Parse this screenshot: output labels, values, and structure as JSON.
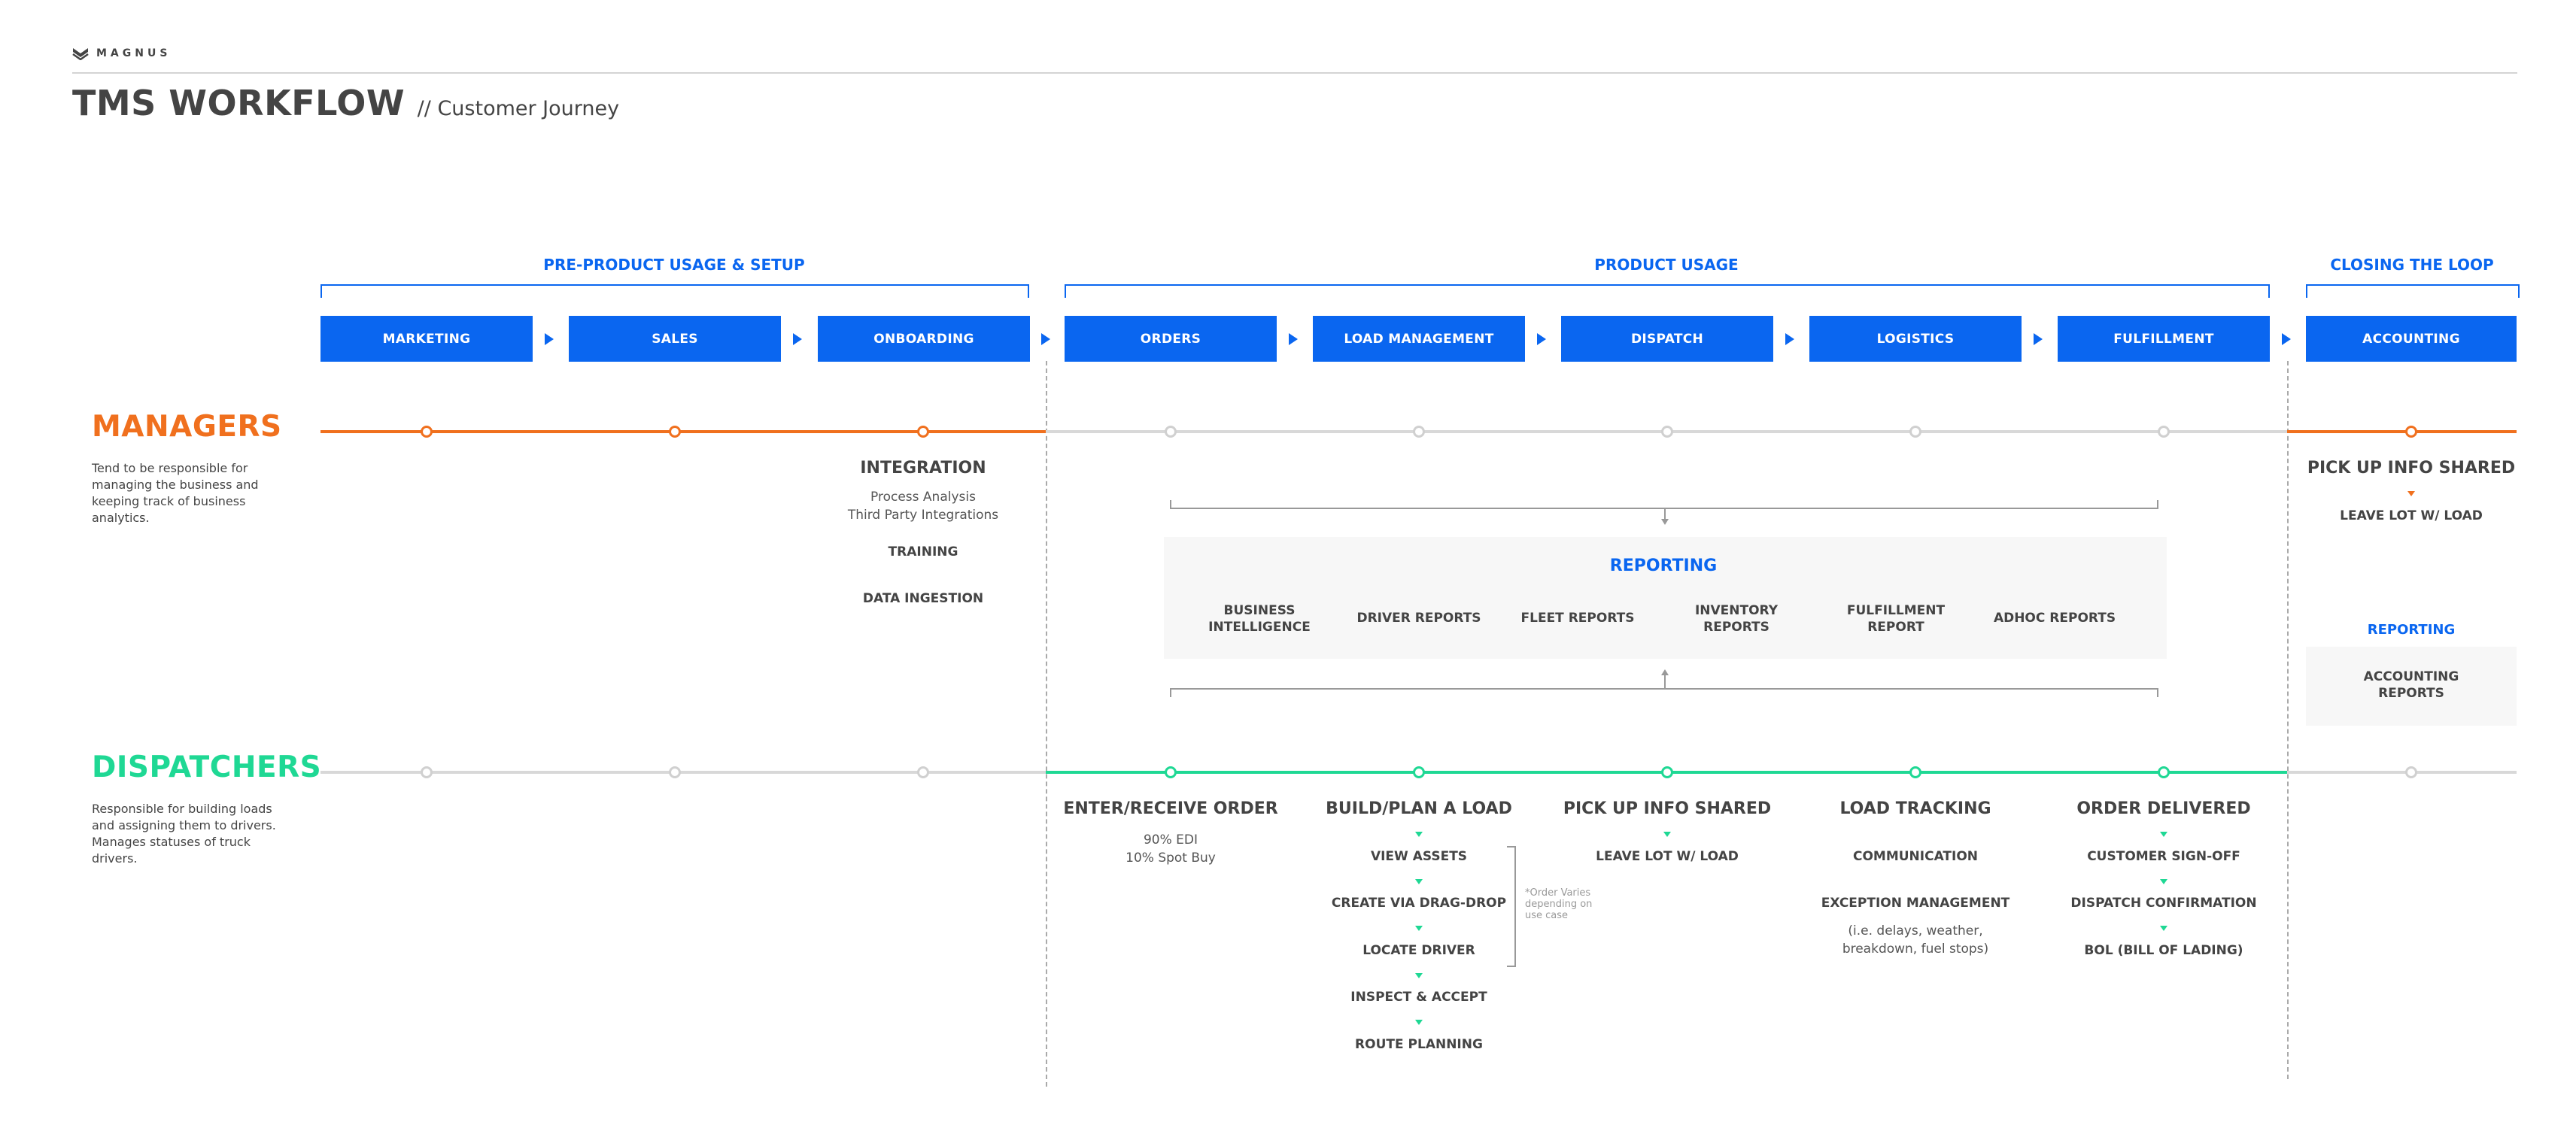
{
  "brand": {
    "name": "MAGNUS"
  },
  "header": {
    "title": "TMS WORKFLOW",
    "subtitle": "// Customer Journey"
  },
  "colors": {
    "accent": "#0a66f0",
    "managers": "#f0701e",
    "dispatchers": "#1fd894",
    "inactive": "#cccccc"
  },
  "phases": {
    "pre": "PRE-PRODUCT USAGE & SETUP",
    "product": "PRODUCT USAGE",
    "closing": "CLOSING THE LOOP"
  },
  "steps": [
    "MARKETING",
    "SALES",
    "ONBOARDING",
    "ORDERS",
    "LOAD MANAGEMENT",
    "DISPATCH",
    "LOGISTICS",
    "FULFILLMENT",
    "ACCOUNTING"
  ],
  "managers": {
    "title": "MANAGERS",
    "description": "Tend to be responsible for managing the business and keeping track of business analytics.",
    "integration": {
      "heading": "INTEGRATION",
      "sub1": "Process Analysis",
      "sub2": "Third Party Integrations",
      "training": "TRAINING",
      "data_ingestion": "DATA INGESTION"
    },
    "closing": {
      "heading": "PICK UP INFO SHARED",
      "sub": "LEAVE LOT W/ LOAD"
    }
  },
  "reporting": {
    "title": "REPORTING",
    "items": [
      "BUSINESS INTELLIGENCE",
      "DRIVER REPORTS",
      "FLEET REPORTS",
      "INVENTORY REPORTS",
      "FULFILLMENT REPORT",
      "ADHOC REPORTS"
    ],
    "closing_title": "REPORTING",
    "closing_item": "ACCOUNTING REPORTS"
  },
  "dispatchers": {
    "title": "DISPATCHERS",
    "description": "Responsible for building loads and assigning them to drivers. Manages statuses of truck drivers.",
    "columns": {
      "orders": {
        "heading": "ENTER/RECEIVE ORDER",
        "sub1": "90% EDI",
        "sub2": "10% Spot Buy"
      },
      "build": {
        "heading": "BUILD/PLAN A LOAD",
        "items": [
          "VIEW ASSETS",
          "CREATE VIA DRAG-DROP",
          "LOCATE DRIVER",
          "INSPECT & ACCEPT",
          "ROUTE PLANNING"
        ],
        "note": "*Order Varies depending on use case"
      },
      "pickup": {
        "heading": "PICK UP INFO SHARED",
        "items": [
          "LEAVE LOT W/ LOAD"
        ]
      },
      "tracking": {
        "heading": "LOAD TRACKING",
        "items": [
          "COMMUNICATION",
          "EXCEPTION MANAGEMENT"
        ],
        "note": "(i.e. delays, weather, breakdown, fuel stops)"
      },
      "delivered": {
        "heading": "ORDER DELIVERED",
        "items": [
          "CUSTOMER SIGN-OFF",
          "DISPATCH CONFIRMATION",
          "BOL (BILL OF LADING)"
        ]
      }
    }
  }
}
